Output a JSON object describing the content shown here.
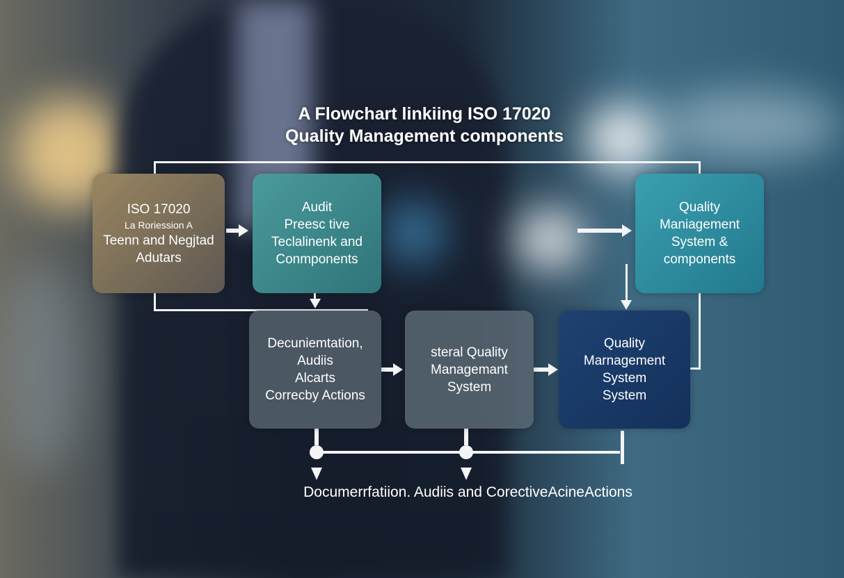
{
  "title": {
    "line1": "A Flowchart linkiing ISO 17020",
    "line2": "Quality Management components"
  },
  "boxes": [
    {
      "lines": [
        "ISO 17020",
        "La Roriession A",
        "Teenn and Negjtad",
        "Adutars"
      ],
      "color": "#7a6a55"
    },
    {
      "lines": [
        "Audit",
        "Preesc tive",
        "Teclalinenk and",
        "Conmponents"
      ],
      "color": "#3f8a8e"
    },
    {
      "lines": [
        "Quality",
        "Maniagement",
        "System &",
        "components"
      ],
      "color": "#2f8ea0"
    },
    {
      "lines": [
        "Decuniemtation,",
        "Audiis",
        "Alcarts",
        "Correcby Actions"
      ],
      "color": "#48535e"
    },
    {
      "lines": [
        "steral Quality",
        "Managemant",
        "System"
      ],
      "color": "#4e5c68"
    },
    {
      "lines": [
        "Quality",
        "Marnagement",
        "System",
        "System"
      ],
      "color": "#1a3a66"
    }
  ],
  "bottom_label": "Documerrfatiion.  Audiis and CorectiveAcineActions"
}
